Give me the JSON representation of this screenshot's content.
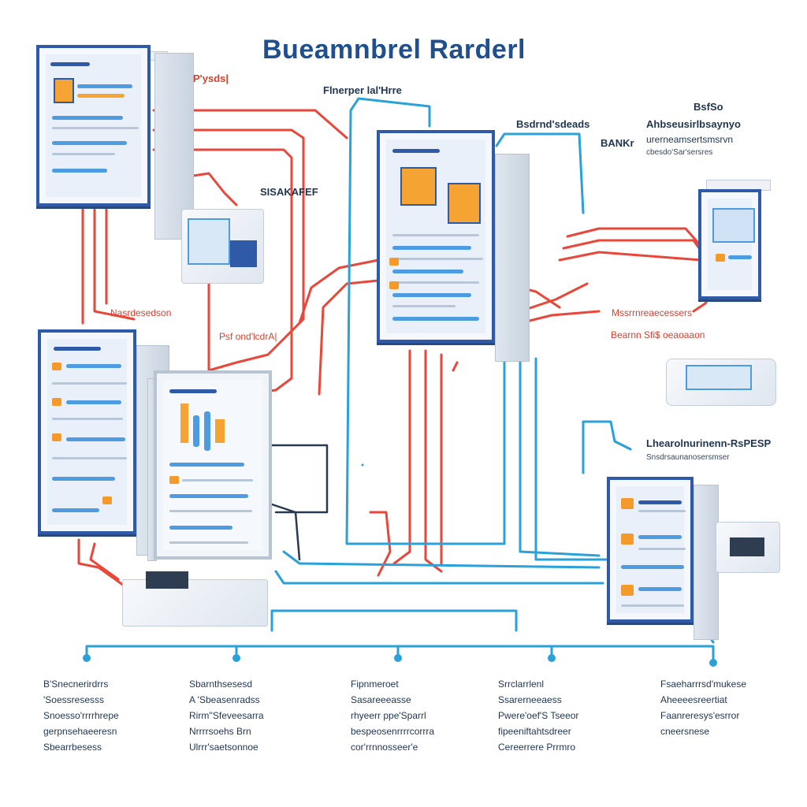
{
  "diagram": {
    "title": "Bueamnbrel Rarderl",
    "colors": {
      "red_wire": "#e8473a",
      "blue_wire": "#2aa1d8",
      "dark_wire": "#283a52",
      "panel_border": "#2f5aa8",
      "accent": "#f5a333"
    },
    "labels": {
      "top_left_red": "P'ysds|",
      "top_center": "Flnerper lal'Hrre",
      "server_label": "Bsdrnd'sdeads",
      "small_device": "SISAKAFEF",
      "right_title": "BsfSo",
      "right_line1": "Ahbseusirlbsaynyo",
      "right_line2": "urerneamsertsmsrvn",
      "right_line3": "cbesdo'Sar'sersres",
      "right_bankr": "BANKr",
      "left_mid_red": "Nasrdesedson",
      "center_red": "Psf ond'lcdrA|",
      "right_red1": "Mssrrnreaecessers",
      "right_red2": "Bearnn Sfi$ oeaoaaon",
      "right_mid_title": "Lhearolnurinenn-RsPESP",
      "right_mid_sub": "Snsdrsaunanosersmser"
    },
    "columns": [
      {
        "head": "B'Snecnerirdrrs",
        "lines": [
          "'Soessresesss",
          "Snoesso'rrrrhrepe",
          "gerpnsehaeeresn",
          "Sbearrbesess"
        ]
      },
      {
        "head": "Sbarnthsesesd",
        "lines": [
          "A 'Sbeasenradss",
          "Rirm''Sfeveesarra",
          "Nrrrrsoehs Brn",
          "Ulrrr'saetsonnoe"
        ]
      },
      {
        "head": "Fipnmeroet",
        "lines": [
          "Sasareeeasse",
          "rhyeerr ppe'Sparrl",
          "bespeosenrrrrcorrra",
          "cor'rrnnosseer'e"
        ]
      },
      {
        "head": "Srrclarrlenl",
        "lines": [
          "Ssarerneeaess",
          "Pwere'oef'S Tseeor",
          "fipeeniftahtsdreer",
          "Cereerrere Prrmro"
        ]
      },
      {
        "head": "Fsaeharrrsd'mukese",
        "lines": [
          "Aheeeesreertiat",
          "Faanreresys'esrror",
          "cneersnese"
        ]
      }
    ]
  }
}
